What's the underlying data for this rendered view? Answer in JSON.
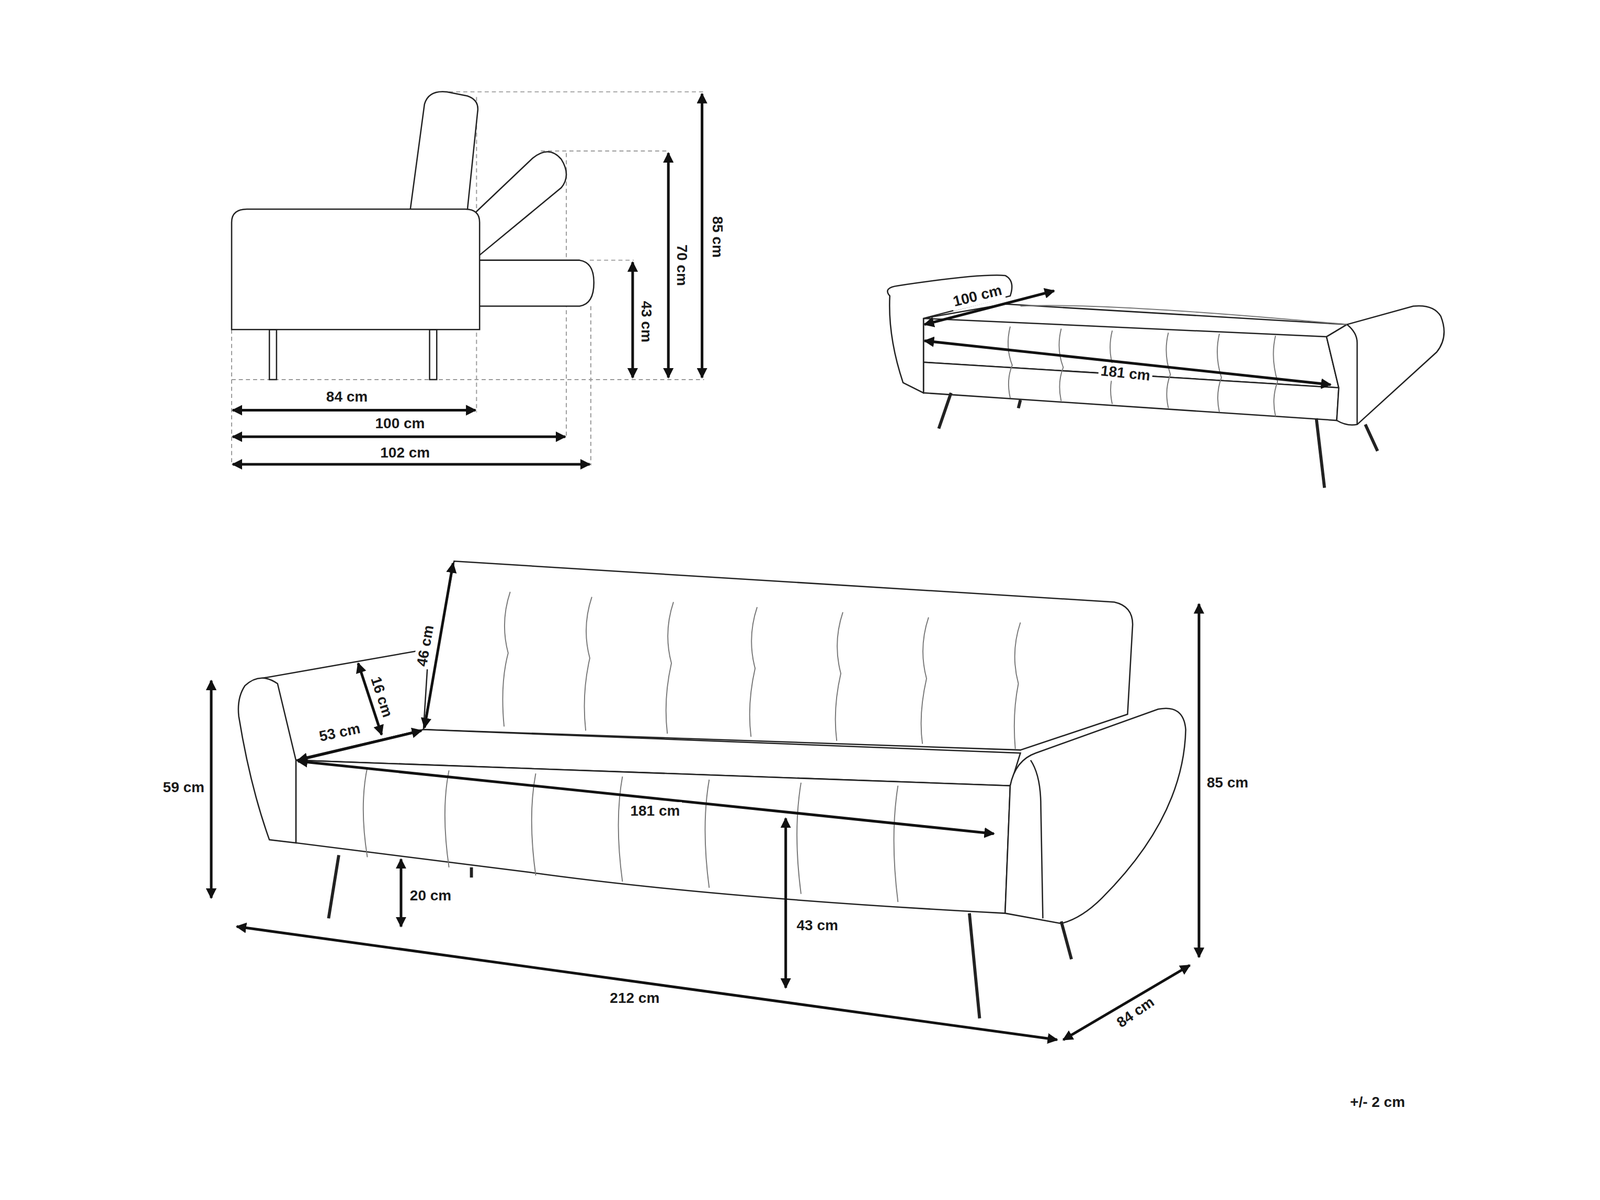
{
  "diagram": {
    "labels": [
      "85 cm",
      "70 cm",
      "43 cm",
      "100 cm",
      "181 cm",
      "84 cm",
      "100 cm",
      "102 cm",
      "46 cm",
      "16 cm",
      "53 cm",
      "59 cm",
      "85 cm",
      "181 cm",
      "20 cm",
      "43 cm",
      "212 cm",
      "84 cm",
      "+/- 2 cm"
    ]
  }
}
